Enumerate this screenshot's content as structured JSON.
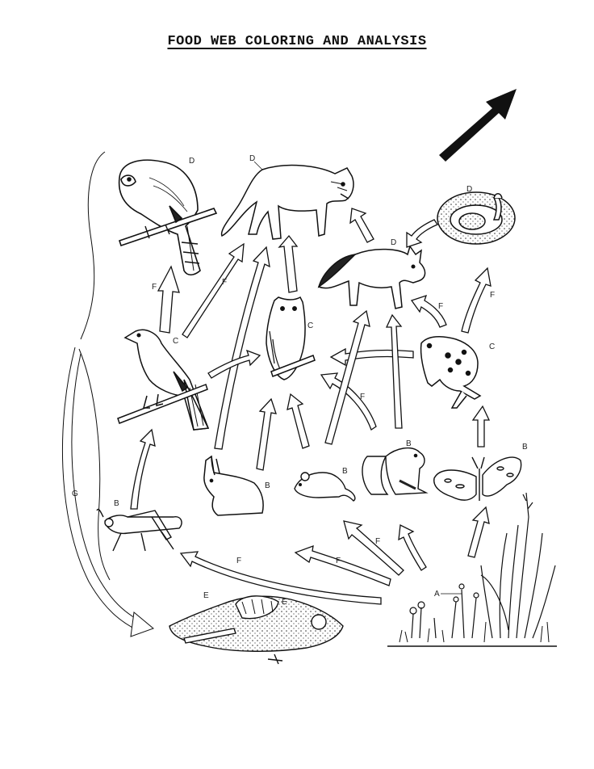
{
  "title": "FOOD WEB COLORING AND ANALYSIS",
  "legend_arrow": "direction-of-energy-flow",
  "organisms": [
    {
      "id": "hawk",
      "name": "Hawk",
      "label": "D"
    },
    {
      "id": "mountain_lion",
      "name": "Mountain Lion",
      "label": "D"
    },
    {
      "id": "snake",
      "name": "Snake",
      "label": "D"
    },
    {
      "id": "fox",
      "name": "Fox",
      "label": "D"
    },
    {
      "id": "songbird",
      "name": "Bird",
      "label": "C"
    },
    {
      "id": "owl",
      "name": "Owl",
      "label": "C"
    },
    {
      "id": "frog",
      "name": "Frog",
      "label": "C"
    },
    {
      "id": "rabbit",
      "name": "Rabbit",
      "label": "B"
    },
    {
      "id": "mouse",
      "name": "Mouse",
      "label": "B"
    },
    {
      "id": "squirrel",
      "name": "Squirrel",
      "label": "B"
    },
    {
      "id": "butterfly",
      "name": "Butterfly",
      "label": "B"
    },
    {
      "id": "grasshopper",
      "name": "Grasshopper",
      "label": "B"
    },
    {
      "id": "plants",
      "name": "Grass & Flowers",
      "label": "A"
    },
    {
      "id": "decomposers",
      "name": "Decaying Matter",
      "label": "E",
      "label2": "E"
    }
  ],
  "arrow_labels": {
    "energy": "F",
    "decomposition": "G"
  }
}
